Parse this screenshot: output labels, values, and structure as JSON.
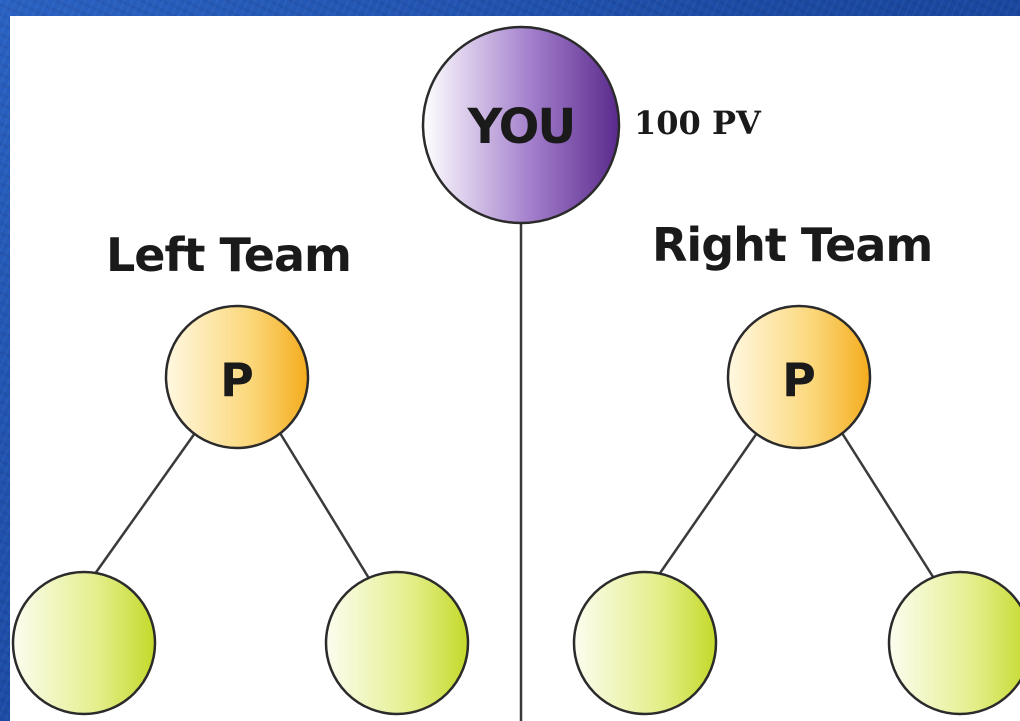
{
  "root": {
    "label": "YOU",
    "points": "100 PV",
    "color_light": "#ffffff",
    "color_dark": "#5a2a8c"
  },
  "left_team": {
    "title": "Left Team",
    "sponsor_label": "P",
    "children": [
      "",
      ""
    ]
  },
  "right_team": {
    "title": "Right Team",
    "sponsor_label": "P",
    "children": [
      "",
      ""
    ]
  },
  "colors": {
    "sponsor_light": "#fff5d6",
    "sponsor_dark": "#f6b52a",
    "child_light": "#fbfde8",
    "child_dark": "#c7dc2a",
    "line": "#3a3a3a",
    "background": "#1d4fa6"
  }
}
